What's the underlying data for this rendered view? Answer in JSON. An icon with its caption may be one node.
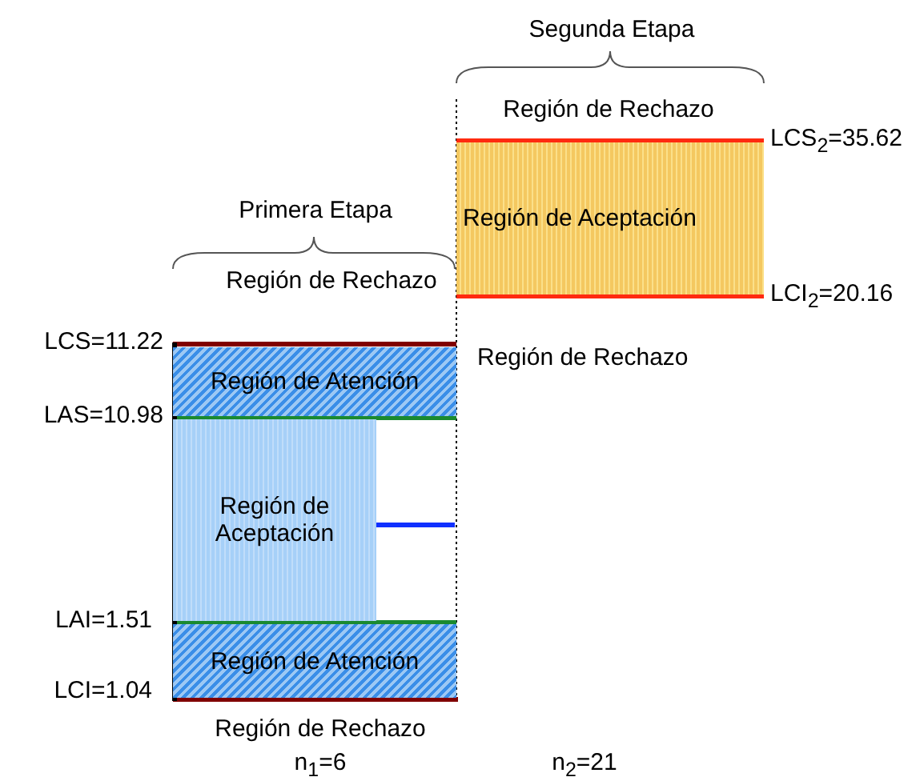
{
  "diagram": {
    "nodes": [
      {
        "text": [
          "Región de Atención"
        ]
      },
      {
        "text": [
          "Región de Aceptación"
        ]
      },
      {
        "text": [
          "Región de Atención"
        ]
      },
      {
        "text": [
          "Región de Aceptación"
        ]
      }
    ],
    "labels": [
      "Segunda Etapa",
      "Región de Rechazo",
      "LCS$_{2}$=35.62",
      "Primera Etapa",
      "Región de Rechazo",
      "LCI$_{2}$=20.16",
      "LCS=11.22",
      "Región de Rechazo",
      "LAS=10.98",
      "LAI=1.51",
      "LCI=1.04",
      "Región de Rechazo",
      "n$_{1}$=6",
      "n$_{2}$=21"
    ]
  }
}
